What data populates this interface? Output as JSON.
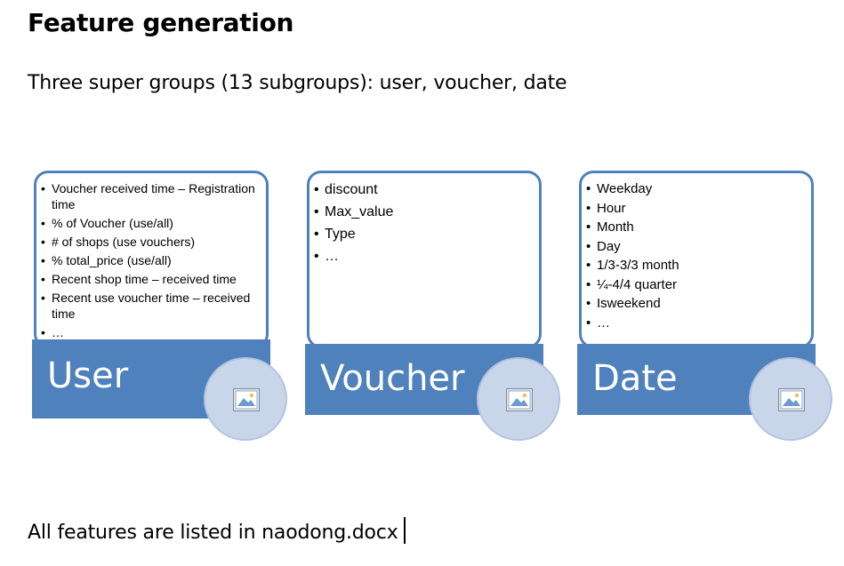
{
  "slide": {
    "title": "Feature generation",
    "subtitle": "Three super groups (13 subgroups): user, voucher, date",
    "footer": "All features are listed in naodong.docx"
  },
  "cards": [
    {
      "label": "User",
      "items": [
        "Voucher received time – Registration time",
        "% of Voucher  (use/all)",
        "# of shops (use vouchers)",
        "% total_price (use/all)",
        "Recent shop time – received time",
        "Recent use voucher time – received time",
        "…"
      ],
      "icon": "image-placeholder-icon"
    },
    {
      "label": "Voucher",
      "items": [
        "discount",
        "Max_value",
        "Type",
        "…"
      ],
      "icon": "image-placeholder-icon"
    },
    {
      "label": "Date",
      "items": [
        "Weekday",
        "Hour",
        "Month",
        "Day",
        "1/3-3/3 month",
        "¼-4/4 quarter",
        "Isweekend",
        "…"
      ],
      "icon": "image-placeholder-icon"
    }
  ],
  "colors": {
    "accent": "#4f81bd",
    "circle_fill": "#c9d6ea",
    "circle_border": "#b2c4e1"
  }
}
